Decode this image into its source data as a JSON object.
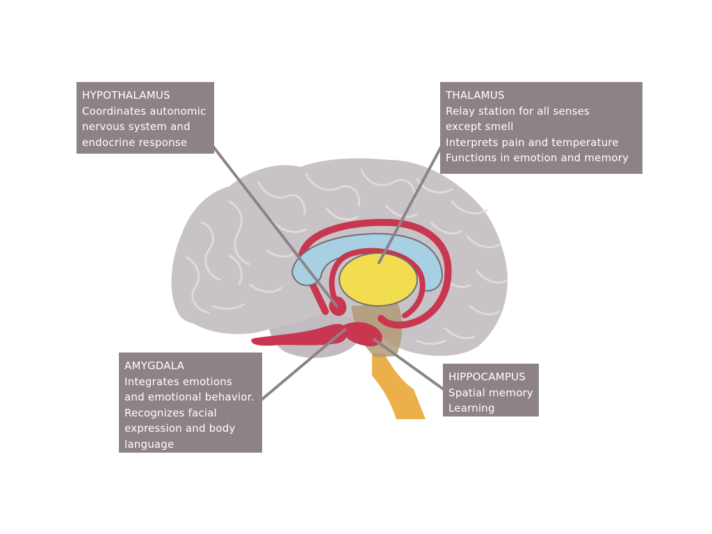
{
  "labels": {
    "hypothalamus": {
      "title": "HYPOTHALAMUS",
      "lines": [
        "Coordinates autonomic",
        "nervous system and",
        "endocrine response"
      ]
    },
    "thalamus": {
      "title": "THALAMUS",
      "lines": [
        "Relay station for all senses",
        "except smell",
        "Interprets pain and temperature",
        "Functions in emotion and memory"
      ]
    },
    "amygdala": {
      "title": "AMYGDALA",
      "lines": [
        "Integrates emotions",
        "and emotional behavior.",
        "Recognizes facial",
        "expression and body",
        "language"
      ]
    },
    "hippocampus": {
      "title": "HIPPOCAMPUS",
      "lines": [
        "Spatial memory",
        "Learning"
      ]
    }
  },
  "colors": {
    "background": "#ffffff",
    "label_box": "#8d8386",
    "label_text": "#ffffff",
    "leader_line": "#8d8386",
    "cortex": "#c8c3c7",
    "gyri_lines": "#e7ddd6",
    "cerebellum": "#c2bcc0",
    "brainstem": "#b39a78",
    "spinal_cord": "#ecb04a",
    "limbic_red": "#c8364f",
    "corpus_callosum": "#a8d0e3",
    "thalamus_fill": "#f2dd50",
    "structure_outline": "#6e6e76"
  }
}
